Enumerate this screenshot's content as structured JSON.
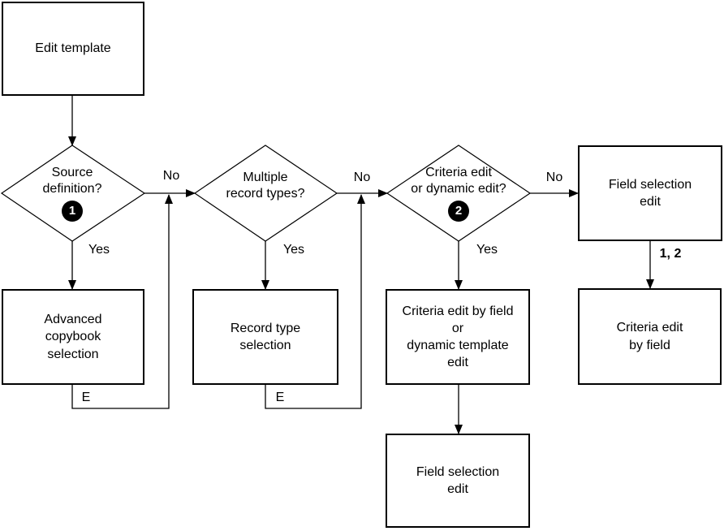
{
  "flowchart": {
    "boxes": {
      "edit_template": "Edit template",
      "advanced_copybook": "Advanced\ncopybook\nselection",
      "record_type": "Record type\nselection",
      "criteria_dynamic_edit": "Criteria edit by field\nor\ndynamic template\nedit",
      "field_selection_top": "Field selection\nedit",
      "criteria_by_field": "Criteria edit\nby field",
      "field_selection_bottom": "Field selection\nedit"
    },
    "decisions": {
      "source_definition": {
        "label": "Source\ndefinition?",
        "badge": "1"
      },
      "multiple_record_types": {
        "label": "Multiple\nrecord types?"
      },
      "criteria_or_dynamic": {
        "label": "Criteria edit\nor dynamic edit?",
        "badge": "2"
      }
    },
    "labels": {
      "no_1": "No",
      "no_2": "No",
      "no_3": "No",
      "yes_1": "Yes",
      "yes_2": "Yes",
      "yes_3": "Yes",
      "exit_1": "E",
      "exit_2": "E",
      "one_two": "1, 2"
    },
    "colors": {
      "line": "#000000",
      "background": "#ffffff",
      "badge_background": "#000000",
      "badge_text": "#ffffff"
    }
  }
}
